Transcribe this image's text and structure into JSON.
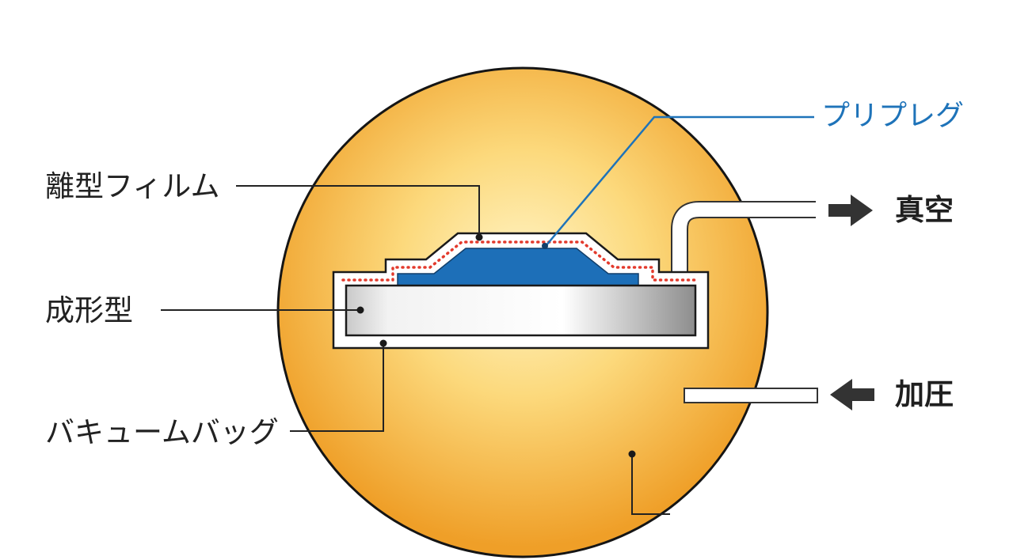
{
  "labels": {
    "release_film": "離型フィルム",
    "mold": "成形型",
    "vacuum_bag": "バキュームバッグ",
    "prepreg": "プリプレグ",
    "vacuum": "真空",
    "pressure": "加圧"
  },
  "colors": {
    "autoclave_center": "#fff4c6",
    "autoclave_edge": "#ef9f28",
    "prepreg_fill": "#1d6fb8",
    "prepreg_leader": "#1e73b9",
    "release_film_dots": "#e33a2c",
    "outline": "#1a1a1a",
    "arrow": "#333333"
  }
}
